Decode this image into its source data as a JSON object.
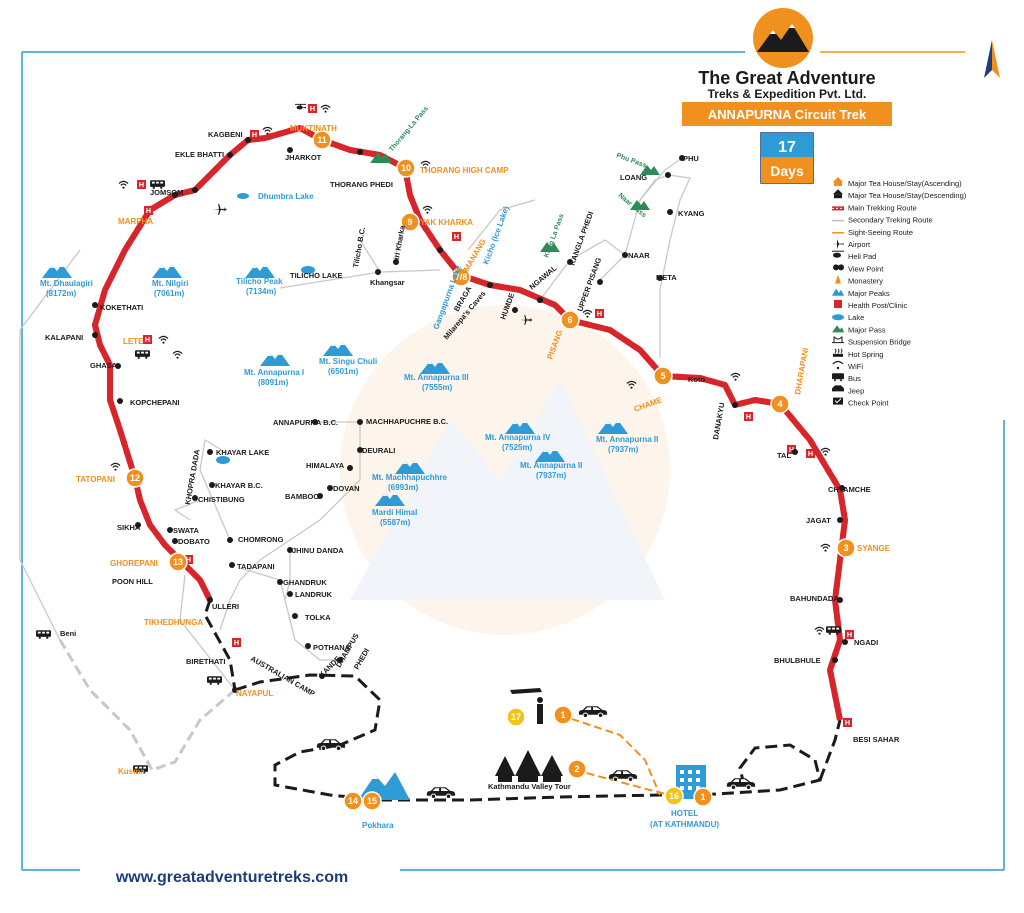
{
  "header": {
    "company_line1": "The Great Adventure",
    "company_line2": "Treks & Expedition Pvt. Ltd.",
    "trek_title": "ANNAPURNA Circuit Trek",
    "days_number": "17",
    "days_label": "Days"
  },
  "footer": {
    "website": "www.greatadventuretreks.com"
  },
  "colors": {
    "route_red": "#d7262b",
    "orange": "#f0901e",
    "blue": "#2f9bd6",
    "navy": "#1f3d7a",
    "green": "#2e8b57"
  },
  "legend": [
    {
      "icon": "tea-house-asc-icon",
      "label": "Major Tea House/Stay(Ascending)"
    },
    {
      "icon": "tea-house-desc-icon",
      "label": "Major Tea House/Stay(Descending)"
    },
    {
      "icon": "main-route-icon",
      "label": "Main Trekking Route"
    },
    {
      "icon": "secondary-route-icon",
      "label": "Secondary Treking Route"
    },
    {
      "icon": "sight-seeing-route-icon",
      "label": "Sight-Seeing Route"
    },
    {
      "icon": "airport-icon",
      "label": "Airport"
    },
    {
      "icon": "heli-pad-icon",
      "label": "Heli Pad"
    },
    {
      "icon": "view-point-icon",
      "label": "View Point"
    },
    {
      "icon": "monastery-icon",
      "label": "Monastery"
    },
    {
      "icon": "major-peaks-icon",
      "label": "Major Peaks"
    },
    {
      "icon": "health-post-icon",
      "label": "Health Post/Clinic"
    },
    {
      "icon": "lake-icon",
      "label": "Lake"
    },
    {
      "icon": "major-pass-icon",
      "label": "Major Pass"
    },
    {
      "icon": "suspension-bridge-icon",
      "label": "Suspension Bridge"
    },
    {
      "icon": "hot-spring-icon",
      "label": "Hot Spring"
    },
    {
      "icon": "wifi-icon",
      "label": "WiFi"
    },
    {
      "icon": "bus-icon",
      "label": "Bus"
    },
    {
      "icon": "jeep-icon",
      "label": "Jeep"
    },
    {
      "icon": "check-point-icon",
      "label": "Check Point"
    }
  ],
  "places": {
    "kagbeni": "KAGBENI",
    "muktinath": "MUKTINATH",
    "jharkot": "JHARKOT",
    "ekle_bhatti": "EKLE BHATTI",
    "jomsom": "JOMSOM",
    "marpha": "MARPHA",
    "dhumba_lake": "Dhumbra Lake",
    "thorong_la": "Thorang-La Pass",
    "thorong_high": "THORANG HIGH CAMP",
    "thorong_phedi": "THORANG PHEDI",
    "yak_kharka": "YAK KHARKA",
    "manang": "MANANG",
    "braga": "BRAGA",
    "milarepa": "Milarepa's Caves",
    "khangsar": "Khangsar",
    "siri_kharka": "Siri Kharka",
    "tilicho_bc": "Tilicho B.C.",
    "tilicho_lake": "TILICHO LAKE",
    "tilicho_peak": "Tilicho Peak",
    "tilicho_peak_h": "(7134m)",
    "gangapurna_lake": "Gangapurna Lake",
    "kicho_lake": "Kicho (Ice Lake)",
    "humde": "HUMDE",
    "ngawal": "NGAWAL",
    "kang_la": "Kang La Pass",
    "kangla_phedi": "KANGLA PHEDI",
    "upper_pisang": "UPPER PISANG",
    "pisang": "PISANG",
    "naar": "NAAR",
    "naar_pass": "Naar Pass",
    "phu_pass": "Phu Pass",
    "phu": "PHU",
    "loang": "LOANG",
    "kyang": "KYANG",
    "meta": "META",
    "koto": "Koto",
    "chame": "CHAME",
    "danakyu": "DANAKYU",
    "dharapani": "DHARAPANI",
    "tal": "TAL",
    "chyamche": "CHYAMCHE",
    "jagat": "JAGAT",
    "syange": "SYANGE",
    "bahundada": "BAHUNDADA",
    "ngadi": "NGADI",
    "bhulbhule": "BHULBHULE",
    "besi_sahar": "BESI SAHAR",
    "dhaulagiri": "Mt. Dhaulagiri",
    "dhaulagiri_h": "(8172m)",
    "nilgiri": "Mt. Nilgiri",
    "nilgiri_h": "(7061m)",
    "koketathi": "KOKETHATI",
    "kalapani": "KALAPANI",
    "lete": "LETE",
    "ghasa": "GHASA",
    "kopchepani": "KOPCHEPANI",
    "tatopani": "TATOPANI",
    "sikha": "SIKHA",
    "ghorepani": "GHOREPANI",
    "poon_hill": "POON HILL",
    "ulleri": "ULLERI",
    "tikhedhunga": "TIKHEDHUNGA",
    "birethati": "BIRETHATI",
    "nayapul": "NAYAPUL",
    "beni": "Beni",
    "kusma": "Kusma",
    "pokhara": "Pokhara",
    "annapurna1": "Mt. Annapurna I",
    "annapurna1_h": "(8091m)",
    "singu": "Mt. Singu Chuli",
    "singu_h": "(6501m)",
    "annapurna3": "Mt. Annapurna III",
    "annapurna3_h": "(7555m)",
    "annapurna4": "Mt. Annapurna IV",
    "annapurna4_h": "(7525m)",
    "annapurna2a": "Mt. Annapurna II",
    "annapurna2a_h": "(7937m)",
    "annapurna2b": "Mt. Annapurna II",
    "annapurna2b_h": "(7937m)",
    "machhapuchhre": "Mt. Machhapuchhre",
    "machhapuchhre_h": "(6993m)",
    "mardi": "Mardi Himal",
    "mardi_h": "(5587m)",
    "abc": "ANNAPURNA B.C.",
    "mbc": "MACHHAPUCHRE B.C.",
    "deurali": "DEURALI",
    "himalaya": "HIMALAYA",
    "dovan": "DOVAN",
    "bamboo": "BAMBOO",
    "chomrong": "CHOMRONG",
    "jhinu": "JHINU DANDA",
    "tadapani": "TADAPANI",
    "ghandruk": "GHANDRUK",
    "landruk": "LANDRUK",
    "tolka": "TOLKA",
    "pothana": "POTHANA",
    "dhampus": "DHAMPUS",
    "kande": "KANDE",
    "australian": "AUSTRALIAN CAMP",
    "phedi": "PHEDI",
    "khopra": "KHOPRA DADA",
    "khayar_lake": "KHAYAR LAKE",
    "khayar_bc": "KHAYAR B.C.",
    "chistibung": "CHISTIBUNG",
    "swata": "SWATA",
    "dobato": "DOBATO",
    "kathmandu_tour": "Kathmandu Valley Tour",
    "hotel": "HOTEL",
    "hotel_sub": "(AT KATHMANDU)"
  },
  "stops": {
    "s1": "1",
    "s1b": "1",
    "s2": "2",
    "s3": "3",
    "s4": "4",
    "s5": "5",
    "s6": "6",
    "s78": "7/8",
    "s9": "9",
    "s10": "10",
    "s11": "11",
    "s12": "12",
    "s13": "13",
    "s14": "14",
    "s15": "15",
    "s16": "16",
    "s17": "17"
  }
}
